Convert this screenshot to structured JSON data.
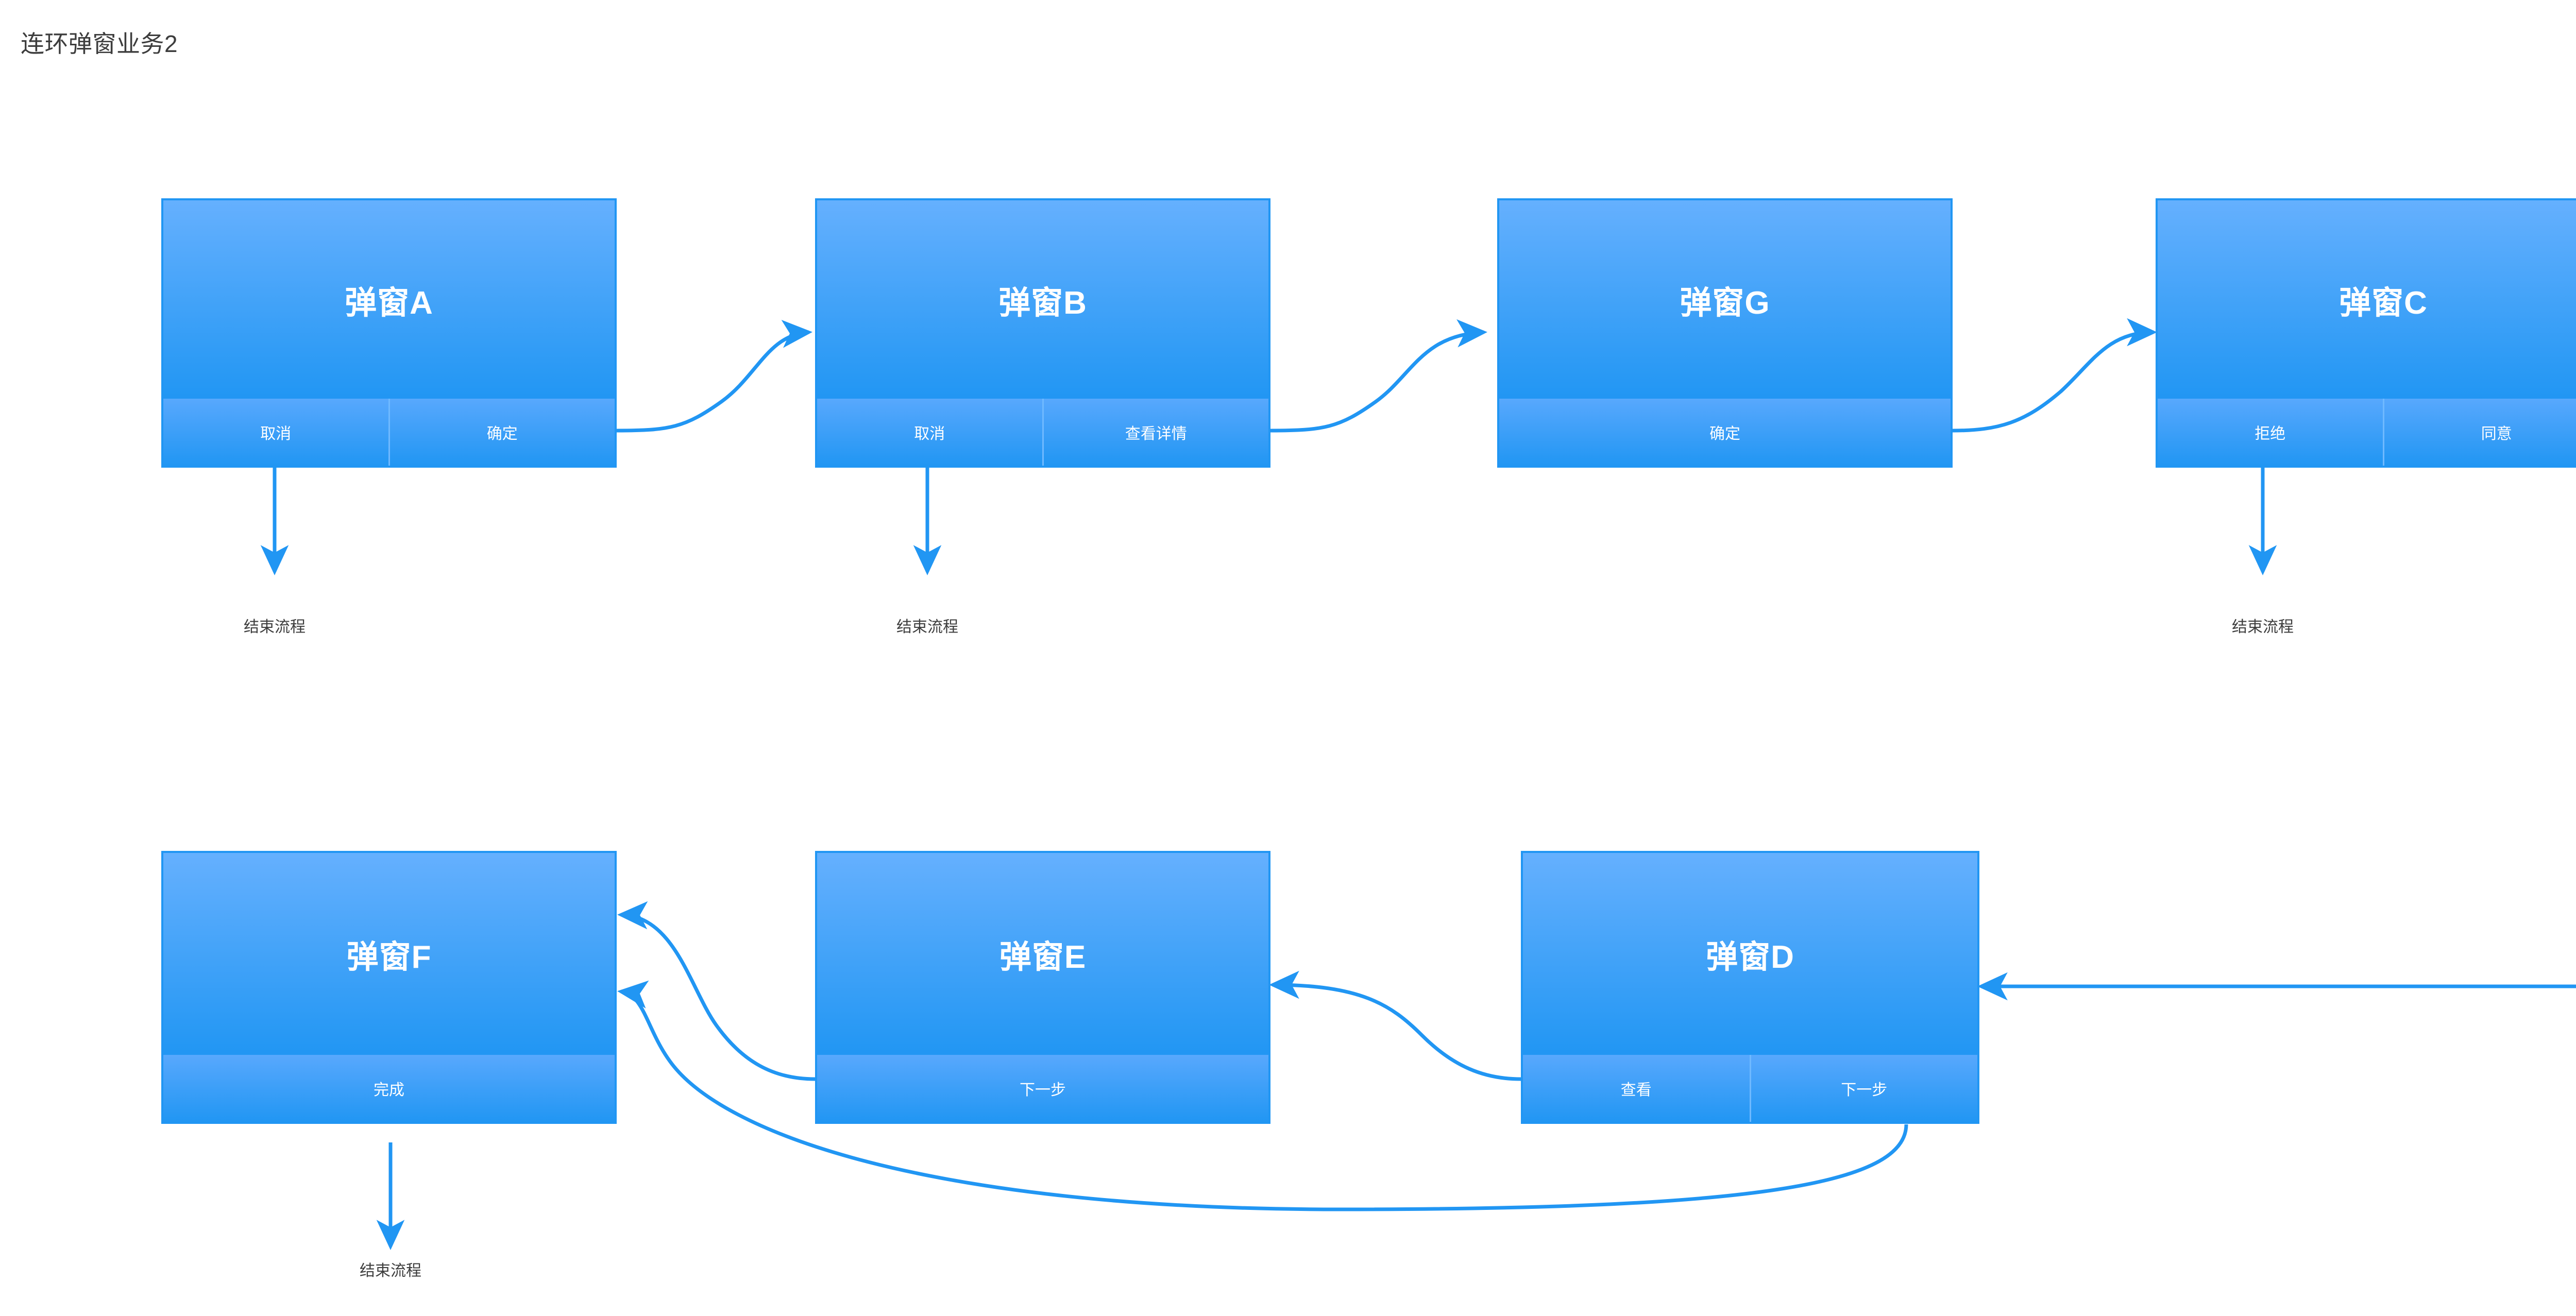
{
  "page": {
    "title": "连环弹窗业务2",
    "accent_color": "#2196f3",
    "node_gradient_top": "#65b0fe",
    "node_gradient_bottom": "#2196f3",
    "text_color": "#3d3d3d"
  },
  "nodes": [
    {
      "id": "A",
      "title": "弹窗A",
      "buttons": [
        {
          "label": "取消"
        },
        {
          "label": "确定"
        }
      ]
    },
    {
      "id": "B",
      "title": "弹窗B",
      "buttons": [
        {
          "label": "取消"
        },
        {
          "label": "查看详情"
        }
      ]
    },
    {
      "id": "G",
      "title": "弹窗G",
      "buttons": [
        {
          "label": "确定"
        }
      ]
    },
    {
      "id": "C",
      "title": "弹窗C",
      "buttons": [
        {
          "label": "拒绝"
        },
        {
          "label": "同意"
        }
      ]
    },
    {
      "id": "F",
      "title": "弹窗F",
      "buttons": [
        {
          "label": "完成"
        }
      ]
    },
    {
      "id": "E",
      "title": "弹窗E",
      "buttons": [
        {
          "label": "下一步"
        }
      ]
    },
    {
      "id": "D",
      "title": "弹窗D",
      "buttons": [
        {
          "label": "查看"
        },
        {
          "label": "下一步"
        }
      ]
    }
  ],
  "end_labels": [
    {
      "id": "end-a",
      "text": "结束流程"
    },
    {
      "id": "end-b",
      "text": "结束流程"
    },
    {
      "id": "end-c",
      "text": "结束流程"
    },
    {
      "id": "end-f",
      "text": "结束流程"
    }
  ],
  "flow": {
    "edges": [
      {
        "from": "A.确定",
        "to": "B"
      },
      {
        "from": "B.查看详情",
        "to": "G"
      },
      {
        "from": "G.确定",
        "to": "C"
      },
      {
        "from": "C.同意",
        "to": "D"
      },
      {
        "from": "D.查看",
        "to": "E"
      },
      {
        "from": "E.下一步",
        "to": "F"
      },
      {
        "from": "D.下一步",
        "to": "F"
      },
      {
        "from": "A.取消",
        "to": "end-a"
      },
      {
        "from": "B.取消",
        "to": "end-b"
      },
      {
        "from": "C.拒绝",
        "to": "end-c"
      },
      {
        "from": "F.完成",
        "to": "end-f"
      }
    ]
  }
}
